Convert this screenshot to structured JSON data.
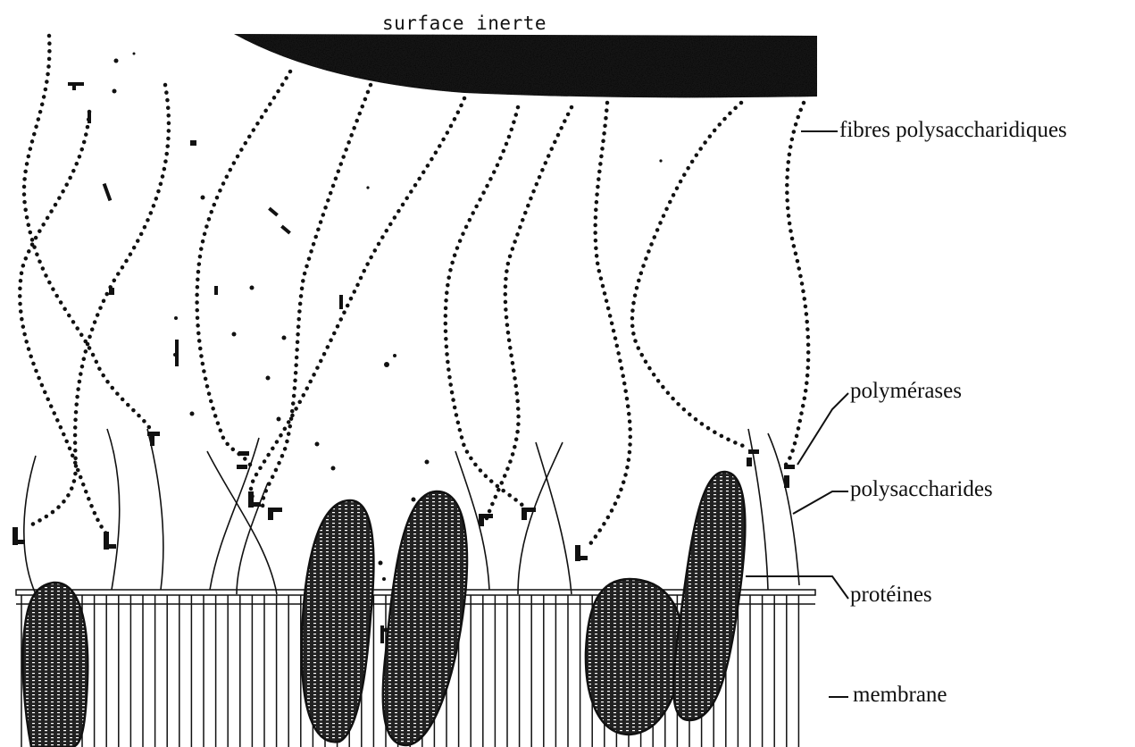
{
  "title": "surface inerte",
  "labels": {
    "fibres": "fibres polysaccharidiques",
    "polymerases": "polymérases",
    "polysaccharides": "polysaccharides",
    "proteines": "protéines",
    "membrane": "membrane"
  },
  "colors": {
    "ink": "#111111",
    "paper": "#ffffff"
  }
}
